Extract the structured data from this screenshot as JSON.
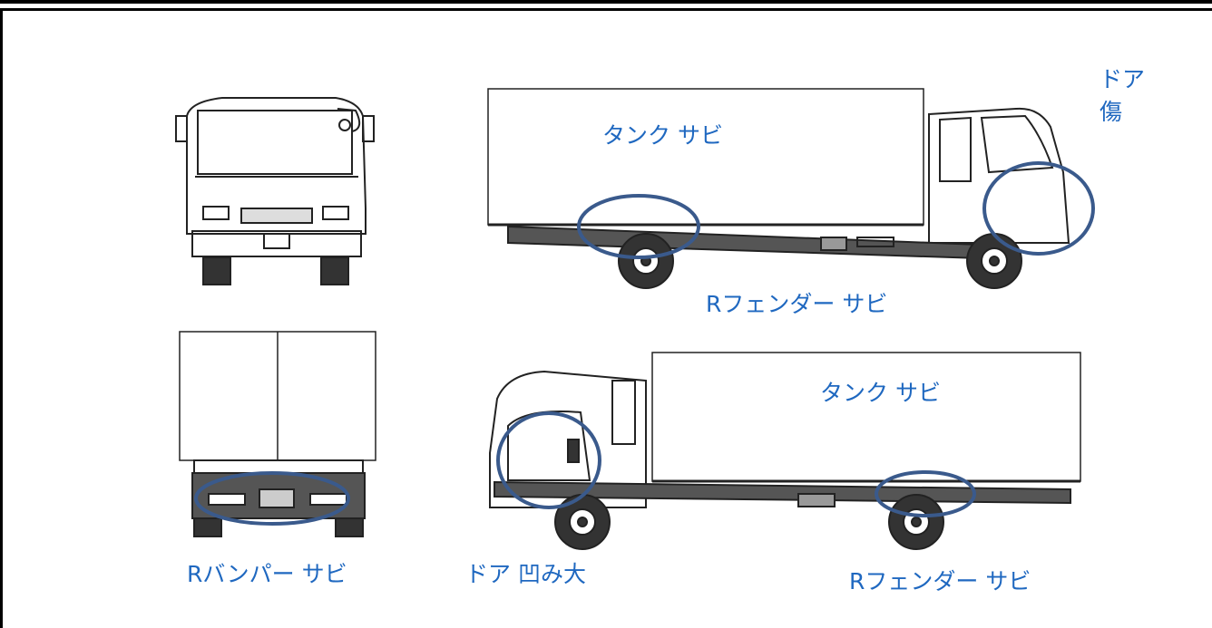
{
  "labels": {
    "door_scratch_line1": "ドア",
    "door_scratch_line2": "傷",
    "tank_rust_right_side": "タンク サビ",
    "fender_rust_right_side": "Rフェンダー サビ",
    "tank_rust_left_side": "タンク サビ",
    "bumper_rust": "Rバンパー サビ",
    "door_dent": "ドア 凹み大",
    "fender_rust_left_side": "Rフェンダー サビ"
  },
  "colors": {
    "label_text": "#1f68c0",
    "marker_ellipse": "#3a5a8c",
    "frame": "#000000",
    "line_art": "#222222"
  }
}
